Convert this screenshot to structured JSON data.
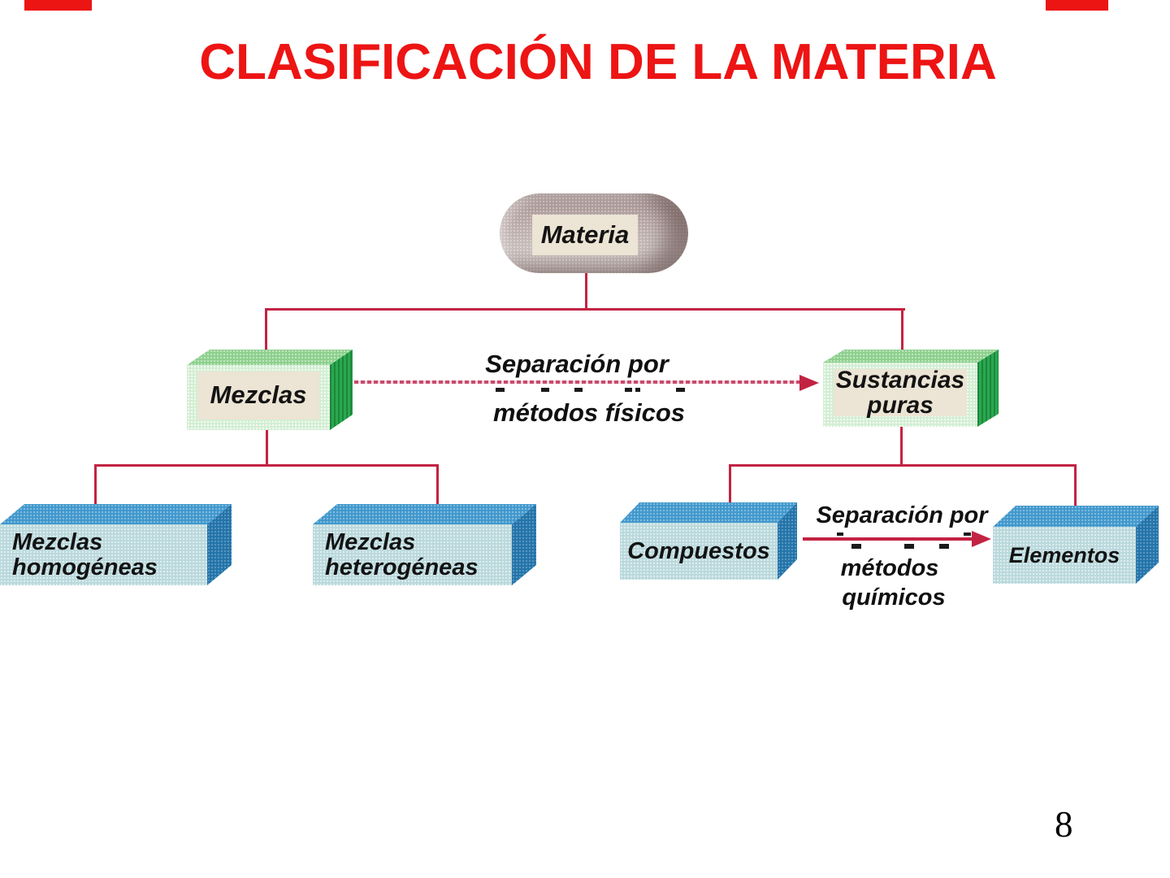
{
  "title": {
    "text": "CLASIFICACIÓN DE LA MATERIA"
  },
  "nodes": {
    "materia": {
      "label": "Materia"
    },
    "mezclas": {
      "label": "Mezclas"
    },
    "sustancias_puras": {
      "line1": "Sustancias",
      "line2": "puras"
    },
    "mezclas_homogeneas": {
      "line1": "Mezclas",
      "line2": "homogéneas"
    },
    "mezclas_heterogeneas": {
      "line1": "Mezclas",
      "line2": "heterogéneas"
    },
    "compuestos": {
      "label": "Compuestos"
    },
    "elementos": {
      "label": "Elementos"
    }
  },
  "separations": {
    "fisicos": {
      "line1": "Separación por",
      "line2": "métodos físicos"
    },
    "quimicos": {
      "line1": "Separación por",
      "line2": "métodos",
      "line3": "químicos"
    }
  },
  "footer": {
    "page_number": "8"
  },
  "colors": {
    "title_red": "#ed1414",
    "connector_red": "#c32343",
    "dashed_pink": "#c84a6c",
    "green_box_top": "#8ccf8c",
    "green_box_side": "#2aa84f",
    "green_box_frame": "#d2eed2",
    "box_face_beige": "#ece4d4",
    "blue_box_top": "#3f97cc",
    "blue_box_side": "#2273a9",
    "blue_box_face": "#b9d8dc",
    "capsule_gray": "#b7a7a6"
  }
}
